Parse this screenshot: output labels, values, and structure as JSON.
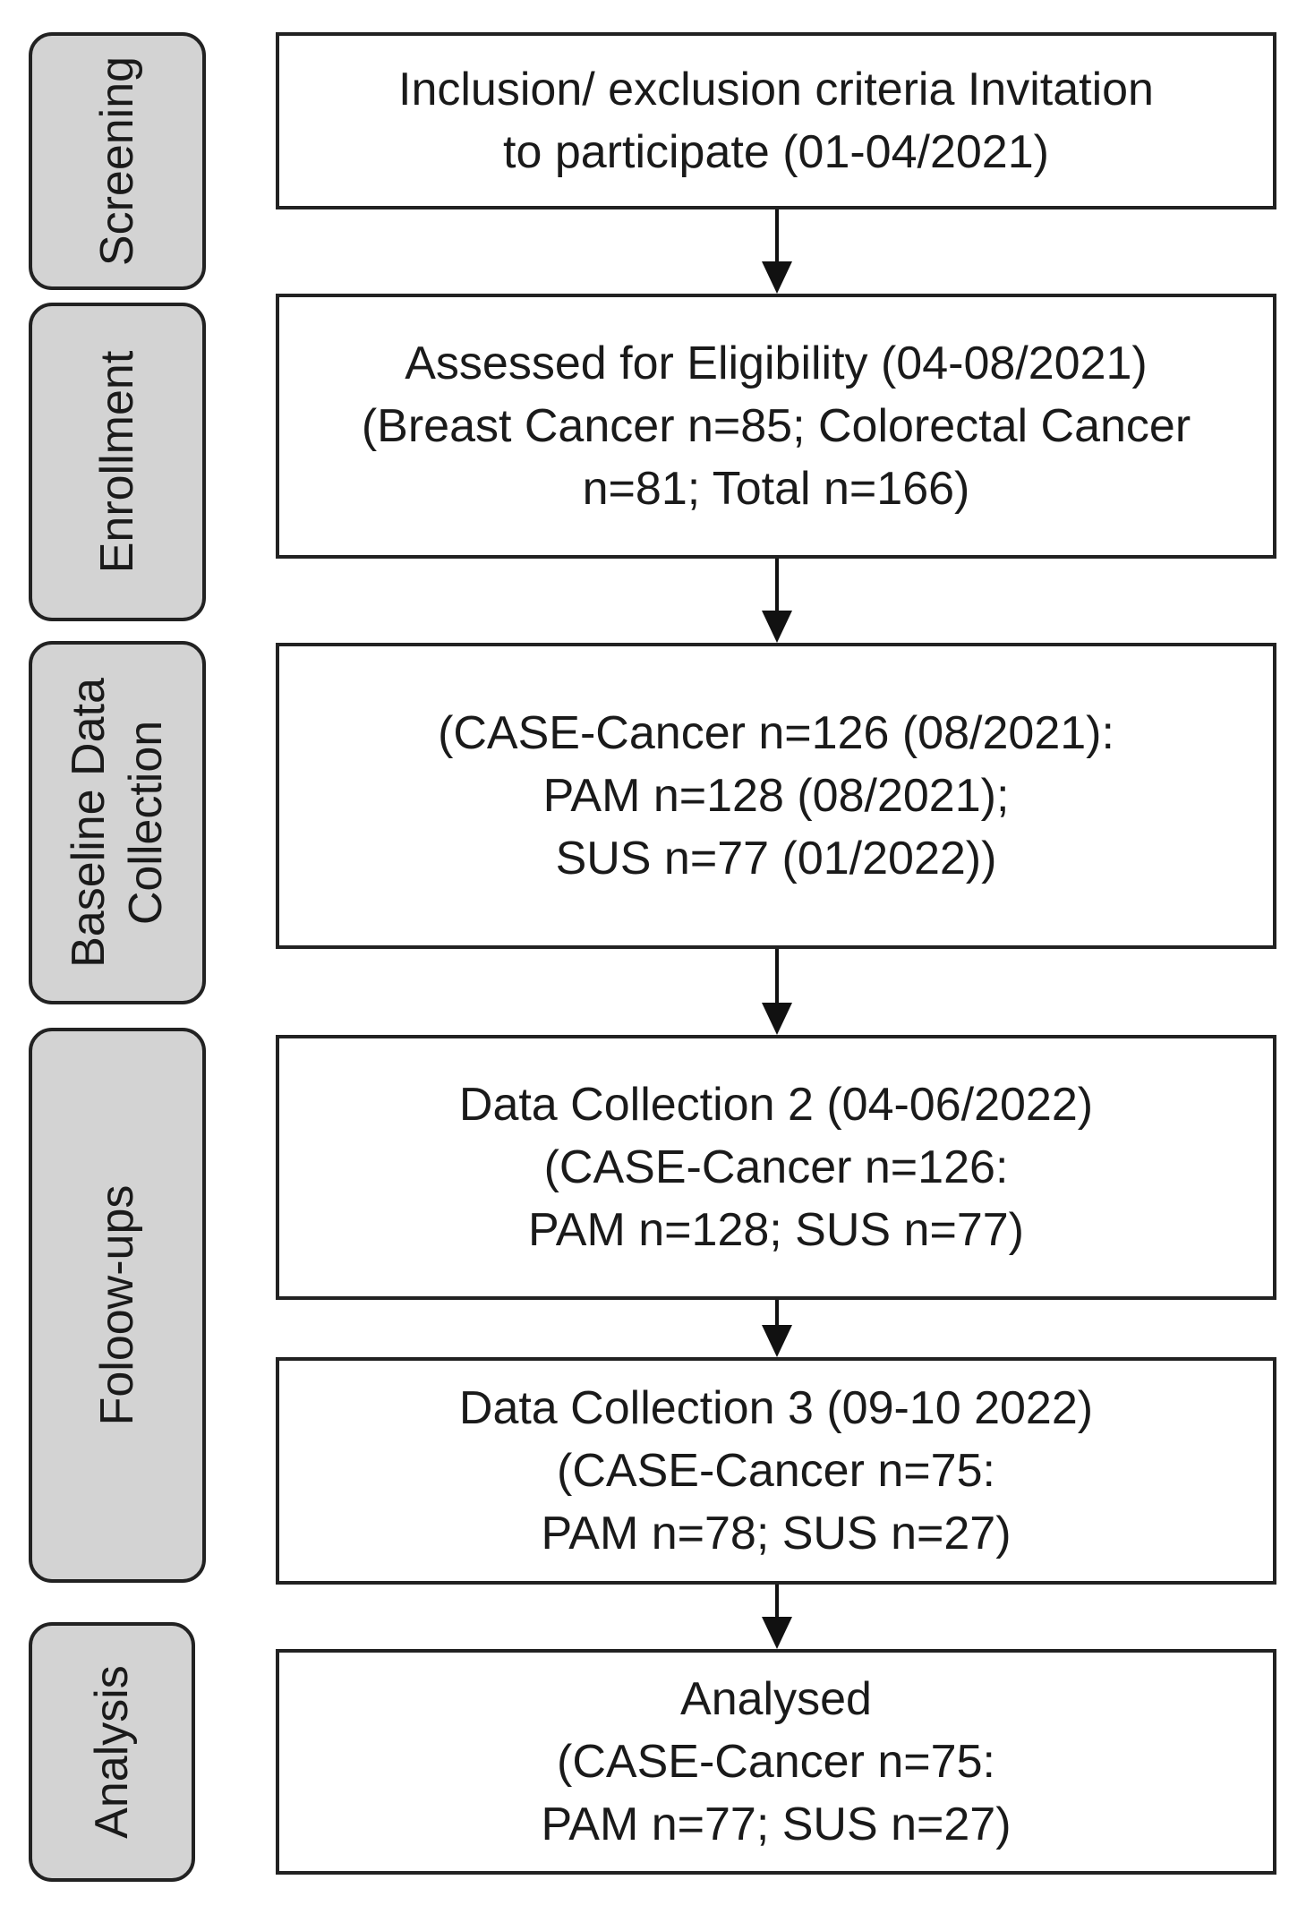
{
  "stages": [
    {
      "label": "Screening"
    },
    {
      "label": "Enrollment"
    },
    {
      "label": "Baseline Data\nCollection"
    },
    {
      "label": "Foloow-ups"
    },
    {
      "label": "Analysis"
    }
  ],
  "boxes": [
    {
      "text": "Inclusion/ exclusion criteria Invitation\nto participate (01-04/2021)"
    },
    {
      "text": "Assessed for Eligibility (04-08/2021)\n(Breast Cancer n=85; Colorectal Cancer\nn=81; Total n=166)"
    },
    {
      "text": "(CASE-Cancer n=126 (08/2021):\nPAM n=128 (08/2021);\nSUS n=77 (01/2022))"
    },
    {
      "text": "Data Collection 2 (04-06/2022)\n(CASE-Cancer n=126:\nPAM n=128; SUS n=77)"
    },
    {
      "text": "Data Collection 3 (09-10 2022)\n(CASE-Cancer n=75:\nPAM n=78; SUS n=27)"
    },
    {
      "text": "Analysed\n(CASE-Cancer n=75:\nPAM n=77; SUS n=27)"
    }
  ]
}
